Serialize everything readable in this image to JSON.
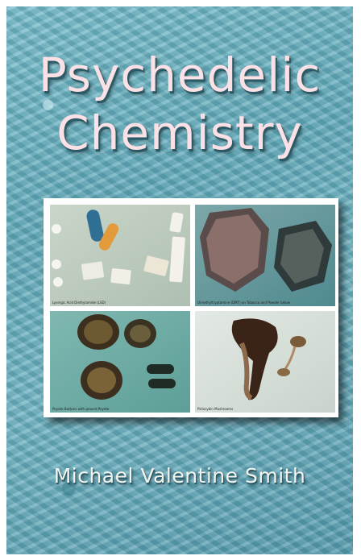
{
  "cover": {
    "title_line_1": "Psychedelic",
    "title_line_2": "Chemistry",
    "author": "Michael Valentine Smith"
  },
  "photos": {
    "panel_1_caption": "Lysergic Acid Diethylamide (LSD)",
    "panel_2_caption": "Dimethyltryptamine (DMT) on Tobacco and Powder below",
    "panel_3_caption": "Peyote Buttons with ground Peyote",
    "panel_4_caption": "Psilocybin Mushrooms"
  },
  "colors": {
    "background": "#6aaebd",
    "title": "#fbe1e6",
    "author": "#f4f4ef"
  }
}
